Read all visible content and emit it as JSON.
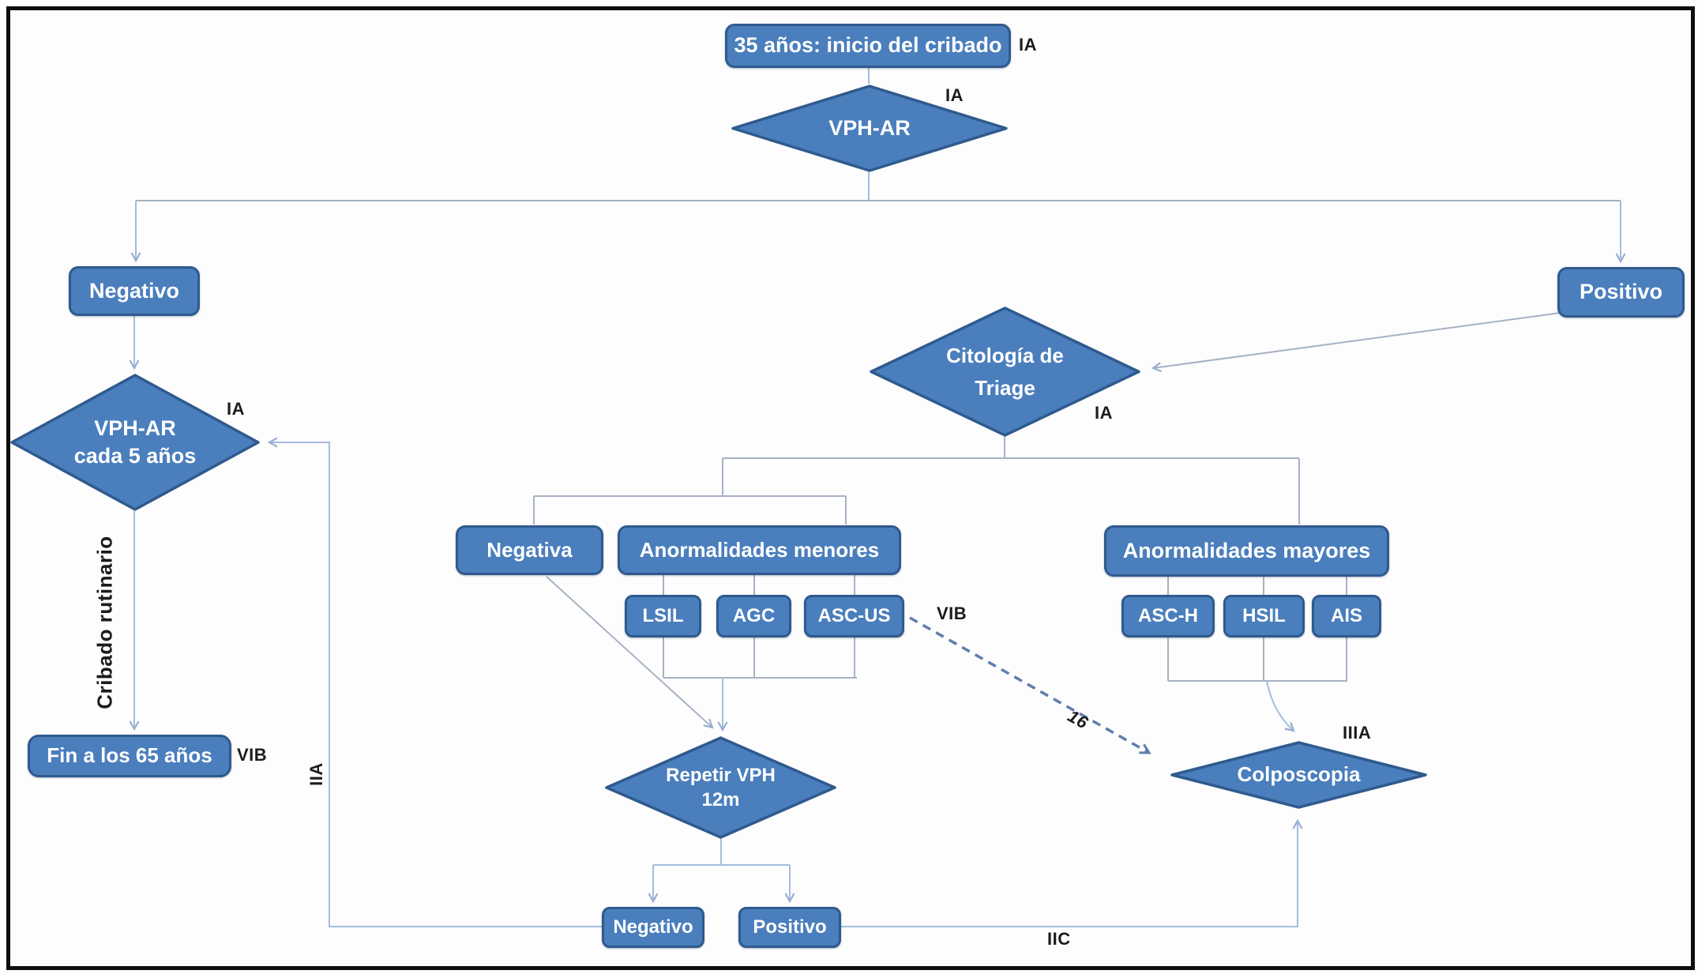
{
  "nodes": {
    "start": {
      "label": "35 años: inicio del cribado",
      "tag": "IA"
    },
    "vph_ar": {
      "label": "VPH-AR",
      "tag": "IA"
    },
    "negativo_top": {
      "label": "Negativo"
    },
    "positivo_top": {
      "label": "Positivo"
    },
    "vph5": {
      "line1": "VPH-AR",
      "line2": "cada 5 años",
      "tag": "IA"
    },
    "fin65": {
      "label": "Fin a los 65 años",
      "tag": "VIB"
    },
    "citologia": {
      "line1": "Citología de",
      "line2": "Triage",
      "tag": "IA"
    },
    "negativa": {
      "label": "Negativa"
    },
    "menores": {
      "label": "Anormalidades menores"
    },
    "lsil": {
      "label": "LSIL"
    },
    "agc": {
      "label": "AGC"
    },
    "ascus": {
      "label": "ASC-US",
      "tag": "VIB"
    },
    "mayores": {
      "label": "Anormalidades mayores"
    },
    "asch": {
      "label": "ASC-H"
    },
    "hsil": {
      "label": "HSIL"
    },
    "ais": {
      "label": "AIS"
    },
    "repetir": {
      "line1": "Repetir VPH",
      "line2": "12m"
    },
    "colposcopia": {
      "label": "Colposcopia",
      "tag": "IIIA"
    },
    "negativo_bottom": {
      "label": "Negativo"
    },
    "positivo_bottom": {
      "label": "Positivo"
    }
  },
  "edge_labels": {
    "routine_screening": "Cribado rutinario",
    "iia": "IIA",
    "iic": "IIC",
    "hpv16": "16"
  },
  "colors": {
    "node_fill": "#4a7ebd",
    "node_border": "#2f5a8e",
    "connector": "#a6b1c4",
    "connector_blue": "#a3bcdf",
    "dashed_connector": "#5f7dab",
    "annotation_text": "#1b1b1b",
    "frame": "#0e0e0e"
  }
}
